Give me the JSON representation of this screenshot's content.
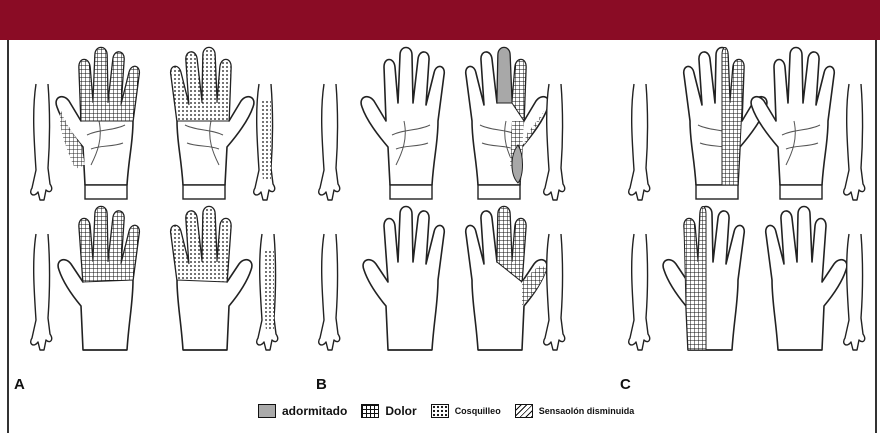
{
  "panels": [
    "A",
    "B",
    "C"
  ],
  "legend": [
    {
      "label": "adormitado",
      "pattern": "gray"
    },
    {
      "label": "Dolor",
      "pattern": "grid"
    },
    {
      "label": "Cosquilleo",
      "pattern": "dots"
    },
    {
      "label": "Sensaolón disminuida",
      "pattern": "hatch"
    }
  ],
  "colors": {
    "banner": "#8a0c25",
    "outline": "#222222",
    "numb": "#a8a8a8"
  }
}
